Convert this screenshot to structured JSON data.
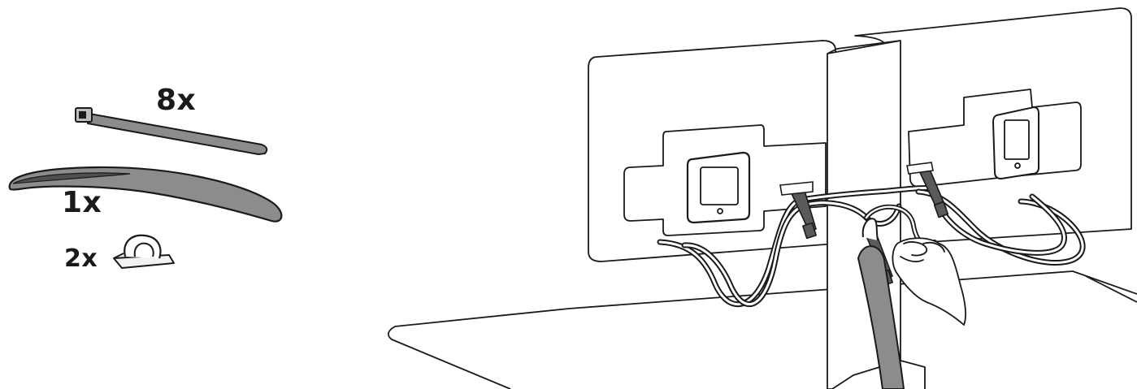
{
  "parts": {
    "cable_tie_qty": "8x",
    "cable_sleeve_qty": "1x",
    "cable_clip_qty": "2x"
  },
  "colors": {
    "line": "#1a1a1a",
    "part_fill": "#8c8c8c",
    "part_shadow": "#5a5a5a",
    "background": "#ffffff"
  },
  "icons": [
    "cable-tie-icon",
    "cable-sleeve-icon",
    "cable-clip-icon",
    "hand-icon"
  ]
}
